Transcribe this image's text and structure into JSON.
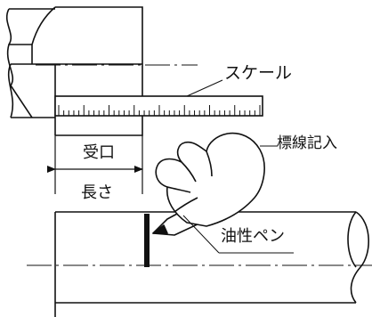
{
  "labels": {
    "scale": "スケール",
    "marking": "標線記入",
    "socket_top": "受口",
    "socket_bottom": "長さ",
    "oil_pen": "油性ペン"
  }
}
